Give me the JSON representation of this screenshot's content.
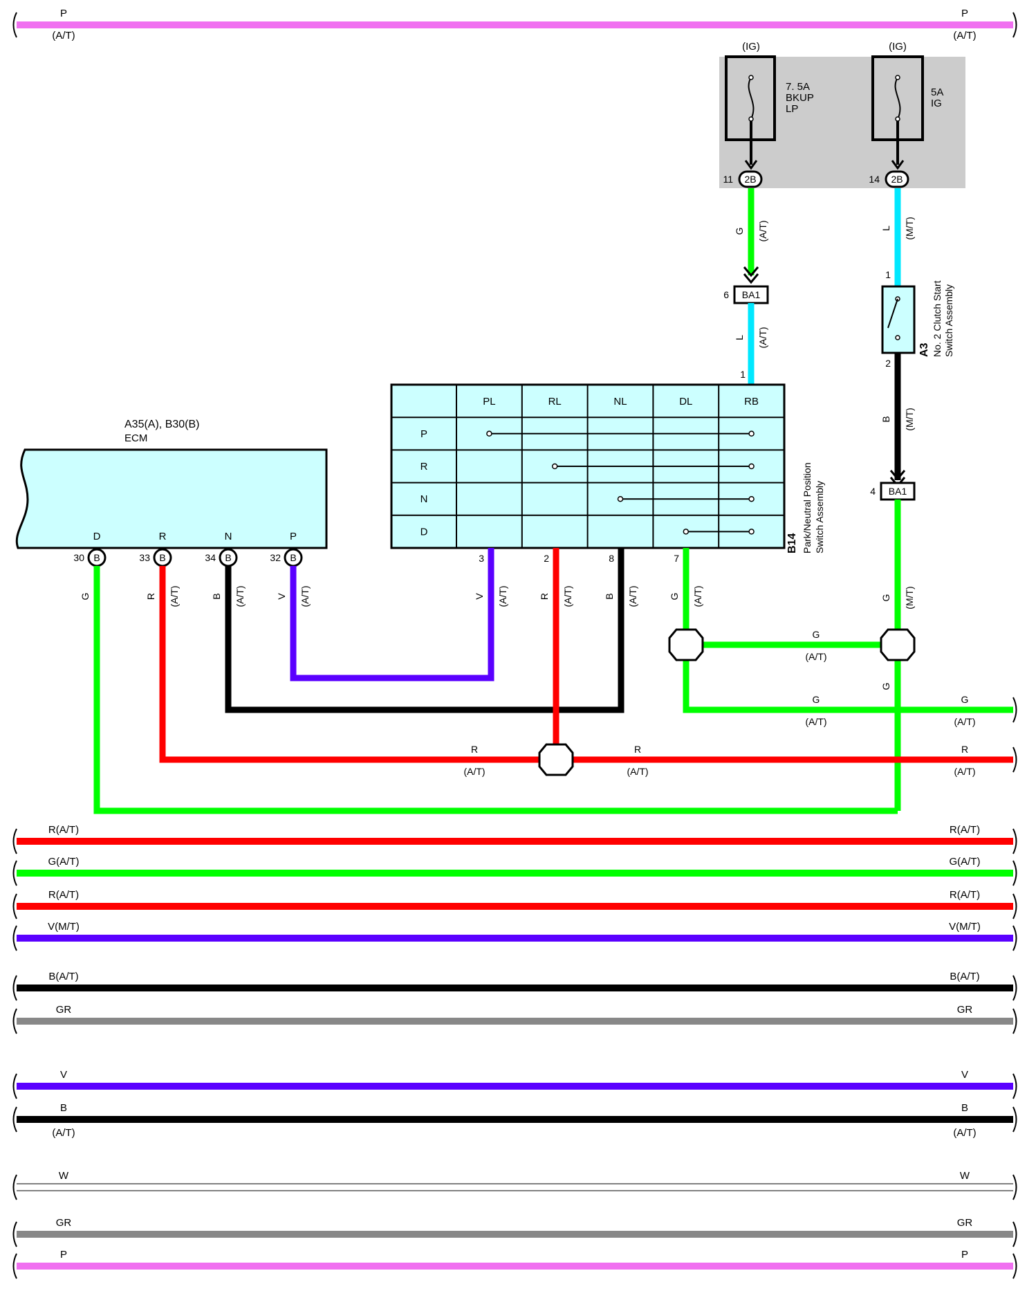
{
  "colors": {
    "pink": "#f070f0",
    "red": "#ff0000",
    "green": "#00ff00",
    "black": "#000000",
    "violet": "#5a00ff",
    "gray": "#888888",
    "cyan": "#00e8ff",
    "lightcyan": "#ccffff",
    "fusebox": "#cccccc",
    "white": "#ffffff"
  },
  "top_bus": {
    "label": "P",
    "note": "(A/T)"
  },
  "fuses": [
    {
      "tag": "(IG)",
      "rating": [
        "7. 5A",
        "BKUP",
        "LP"
      ],
      "pin": "11",
      "connector": "2B"
    },
    {
      "tag": "(IG)",
      "rating": [
        "5A",
        "IG"
      ],
      "pin": "14",
      "connector": "2B"
    }
  ],
  "wires": {
    "fuse1_out": {
      "color": "G",
      "note": "(A/T)"
    },
    "ba1_6_out": {
      "color": "L",
      "note": "(A/T)"
    },
    "fuse2_out": {
      "color": "L",
      "note": "(M/T)"
    },
    "clutch_out": {
      "color": "B",
      "note": "(M/T)"
    },
    "ba1_4_out": {
      "color": "G",
      "note": "(M/T)"
    },
    "ecm_d": {
      "color": "G",
      "note": ""
    },
    "ecm_r": {
      "color": "R",
      "note": "(A/T)"
    },
    "ecm_n": {
      "color": "B",
      "note": "(A/T)"
    },
    "ecm_p": {
      "color": "V",
      "note": "(A/T)"
    },
    "sw_3": {
      "color": "V",
      "note": "(A/T)"
    },
    "sw_2": {
      "color": "R",
      "note": "(A/T)"
    },
    "sw_8": {
      "color": "B",
      "note": "(A/T)"
    },
    "sw_7": {
      "color": "G",
      "note": "(A/T)"
    },
    "g_bridge": {
      "color": "G",
      "note": "(A/T)"
    },
    "g_vertical": {
      "color": "G",
      "note": ""
    },
    "g_out": {
      "color": "G",
      "note": "(A/T)"
    },
    "g_out_right": {
      "color": "G",
      "note": "(A/T)"
    },
    "r_left": {
      "color": "R",
      "note": "(A/T)"
    },
    "r_mid": {
      "color": "R",
      "note": "(A/T)"
    },
    "r_right": {
      "color": "R",
      "note": "(A/T)"
    }
  },
  "ba1_connectors": [
    {
      "pin": "6",
      "name": "BA1"
    },
    {
      "pin": "4",
      "name": "BA1"
    }
  ],
  "clutch_switch": {
    "code": "A3",
    "name_line1": "No. 2 Clutch Start",
    "name_line2": "Switch Assembly",
    "pin_top": "1",
    "pin_bottom": "2"
  },
  "ecm": {
    "codes": "A35(A), B30(B)",
    "name": "ECM",
    "pins": [
      {
        "label": "D",
        "number": "30",
        "connector": "B"
      },
      {
        "label": "R",
        "number": "33",
        "connector": "B"
      },
      {
        "label": "N",
        "number": "34",
        "connector": "B"
      },
      {
        "label": "P",
        "number": "32",
        "connector": "B"
      }
    ]
  },
  "pn_switch": {
    "code": "B14",
    "name_line1": "Park/Neutral Position",
    "name_line2": "Switch Assembly",
    "columns": [
      "PL",
      "RL",
      "NL",
      "DL",
      "RB"
    ],
    "rows": [
      "P",
      "R",
      "N",
      "D"
    ],
    "pin_top": "1",
    "pins_bottom": [
      "3",
      "2",
      "8",
      "7"
    ]
  },
  "buses": [
    {
      "left": "R(A/T)",
      "right": "R(A/T)",
      "color": "red",
      "note": ""
    },
    {
      "left": "G(A/T)",
      "right": "G(A/T)",
      "color": "green",
      "note": ""
    },
    {
      "left": "R(A/T)",
      "right": "R(A/T)",
      "color": "red",
      "note": ""
    },
    {
      "left": "V(M/T)",
      "right": "V(M/T)",
      "color": "violet",
      "note": ""
    },
    {
      "left": "B(A/T)",
      "right": "B(A/T)",
      "color": "black",
      "note": ""
    },
    {
      "left": "GR",
      "right": "GR",
      "color": "gray",
      "note": ""
    },
    {
      "left": "V",
      "right": "V",
      "color": "violet",
      "note": ""
    },
    {
      "left": "B",
      "right": "B",
      "color": "black",
      "note": "(A/T)"
    },
    {
      "left": "W",
      "right": "W",
      "color": "white",
      "note": ""
    },
    {
      "left": "GR",
      "right": "GR",
      "color": "gray",
      "note": ""
    },
    {
      "left": "P",
      "right": "P",
      "color": "pink",
      "note": ""
    }
  ]
}
